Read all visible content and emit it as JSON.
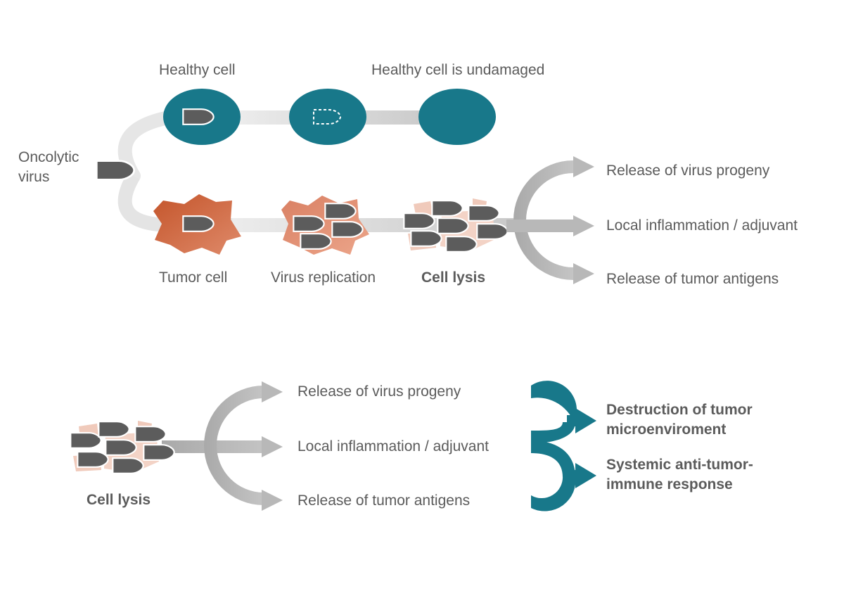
{
  "labels": {
    "healthy_cell": "Healthy cell",
    "healthy_undamaged": "Healthy cell is undamaged",
    "oncolytic_virus": "Oncolytic\nvirus",
    "tumor_cell": "Tumor cell",
    "virus_replication": "Virus replication",
    "cell_lysis_top": "Cell lysis",
    "cell_lysis_bottom": "Cell lysis"
  },
  "effects_top": [
    "Release of virus progeny",
    "Local inflammation / adjuvant",
    "Release of tumor antigens"
  ],
  "effects_bottom": [
    "Release of virus progeny",
    "Local inflammation / adjuvant",
    "Release of tumor antigens"
  ],
  "outcomes": [
    "Destruction of tumor microenviroment",
    "Systemic anti-tumor-immune response"
  ],
  "colors": {
    "teal": "#18788a",
    "tumor_dark": "#c8582e",
    "tumor_light": "#df8d70",
    "lysis_fragments": "#f0cabb",
    "virus": "#5c5c5c",
    "path_gray": "#dcdcdc",
    "arrow_gray": "#b4b4b4",
    "text": "#5b5b5b"
  }
}
